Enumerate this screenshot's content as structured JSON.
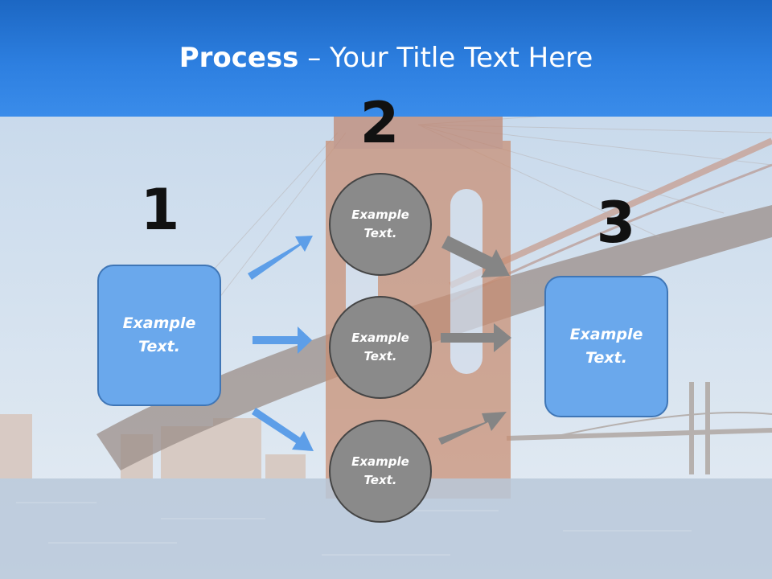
{
  "title": {
    "bold": "Process",
    "rest": " – Your Title Text Here"
  },
  "steps": {
    "one": "1",
    "two": "2",
    "three": "3"
  },
  "boxes": {
    "left": {
      "line1": "Example",
      "line2": "Text."
    },
    "right": {
      "line1": "Example",
      "line2": "Text."
    }
  },
  "circles": [
    {
      "line1": "Example",
      "line2": "Text."
    },
    {
      "line1": "Example",
      "line2": "Text."
    },
    {
      "line1": "Example",
      "line2": "Text."
    }
  ],
  "colors": {
    "header": "#2d7fe0",
    "box_fill": "#6aa8ec",
    "box_border": "#3f76b6",
    "circle_fill": "#8a8a8a",
    "blue_arrow": "#5d9ee8",
    "gray_arrow": "#858585"
  }
}
